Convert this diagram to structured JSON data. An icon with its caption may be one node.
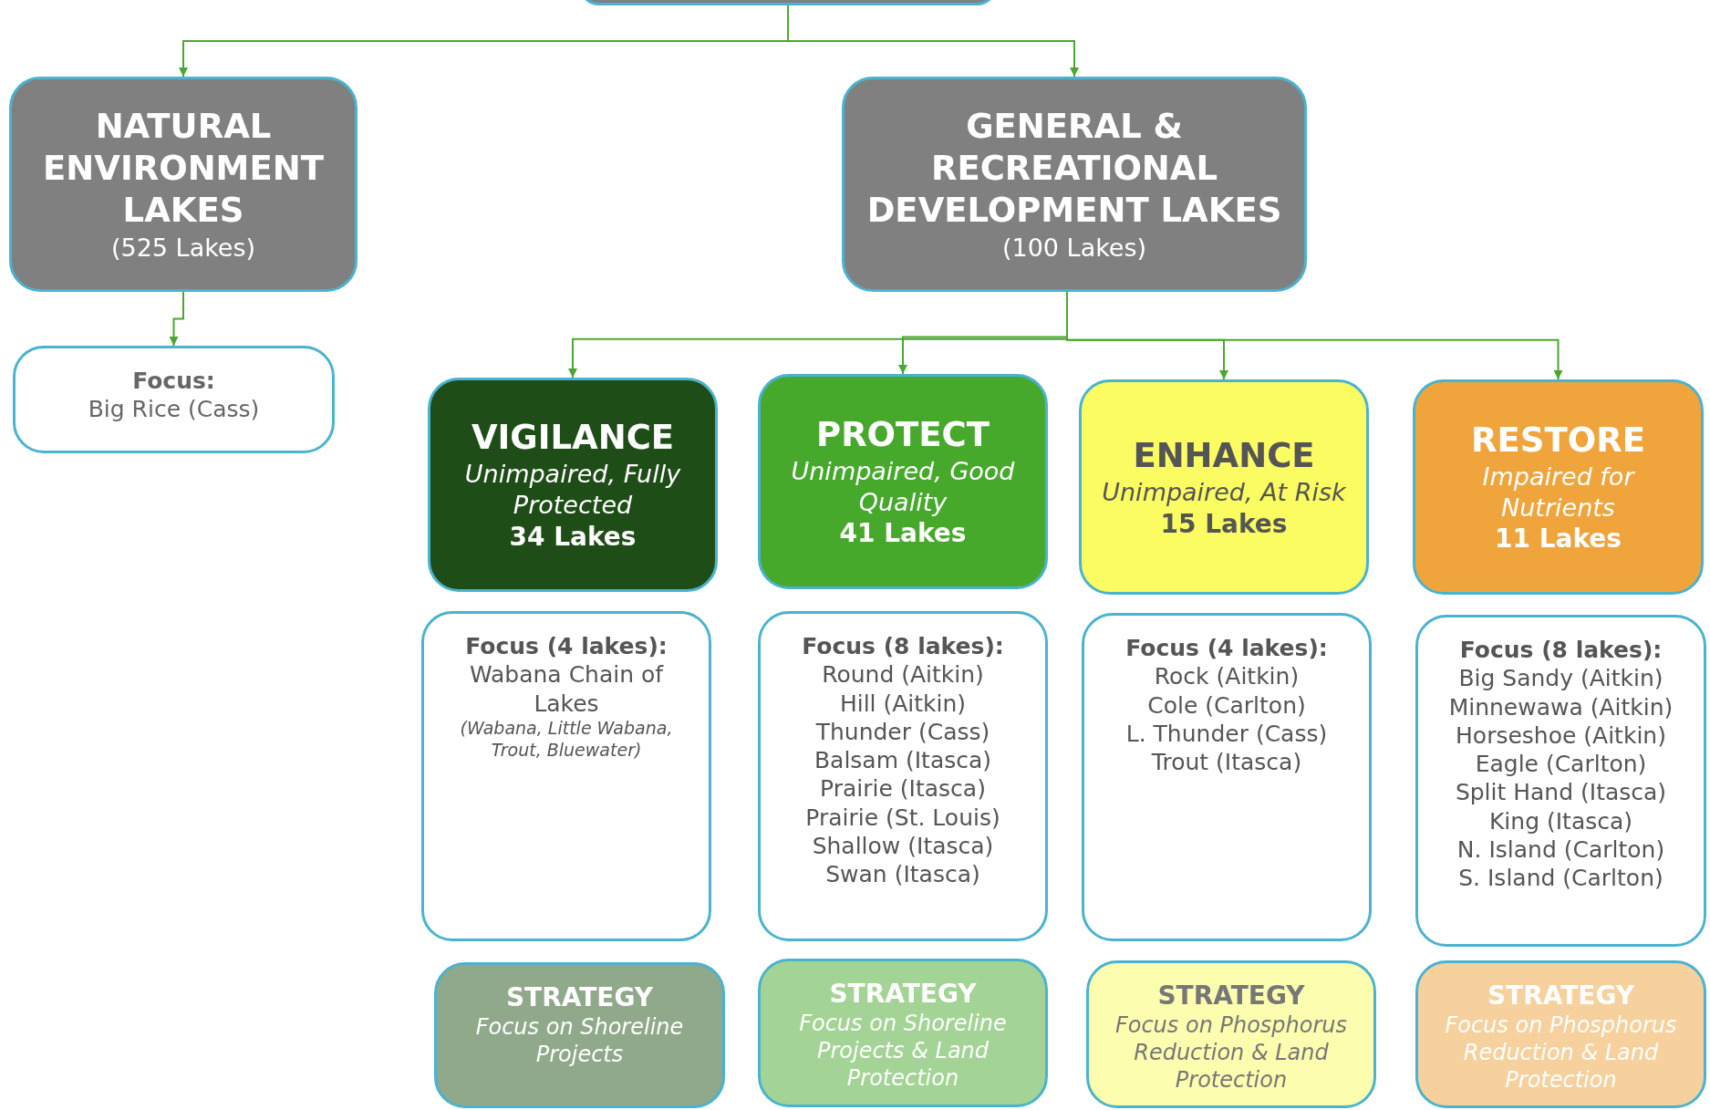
{
  "diagram": {
    "nodes": [
      {
        "text": [],
        "shape": "box"
      },
      {
        "text": [
          "NATURAL ENVIRONMENT LAKES",
          "(525 Lakes)"
        ]
      },
      {
        "text": [
          "GENERAL & RECREATIONAL DEVELOPMENT LAKES",
          "(100 Lakes)"
        ]
      },
      {
        "text": [
          "Focus:",
          "Big Rice (Cass)"
        ]
      },
      {
        "text": [
          "VIGILANCE",
          "Unimpaired, Fully Protected",
          "34 Lakes"
        ]
      },
      {
        "text": [
          "PROTECT",
          "Unimpaired, Good Quality",
          "41 Lakes"
        ]
      },
      {
        "text": [
          "ENHANCE",
          "Unimpaired, At Risk",
          "15 Lakes"
        ]
      },
      {
        "text": [
          "RESTORE",
          "Impaired for Nutrients",
          "11 Lakes"
        ]
      },
      {
        "text": [
          "Focus (4 lakes):",
          "Wabana Chain of Lakes",
          "(Wabana, Little Wabana, Trout, Bluewater)"
        ]
      },
      {
        "text": [
          "Focus (8 lakes):",
          "Round (Aitkin)",
          "Hill (Aitkin)",
          "Thunder (Cass)",
          "Balsam (Itasca)",
          "Prairie (Itasca)",
          "Prairie (St. Louis)",
          "Shallow (Itasca)",
          "Swan (Itasca)"
        ]
      },
      {
        "text": [
          "Focus (4 lakes):",
          "Rock (Aitkin)",
          "Cole (Carlton)",
          "L. Thunder (Cass)",
          "Trout (Itasca)"
        ]
      },
      {
        "text": [
          "Focus (8 lakes):",
          "Big Sandy (Aitkin)",
          "Minnewawa (Aitkin)",
          "Horseshoe (Aitkin)",
          "Eagle (Carlton)",
          "Split Hand (Itasca)",
          "King (Itasca)",
          "N. Island (Carlton)",
          "S. Island (Carlton)"
        ]
      },
      {
        "text": [
          "STRATEGY",
          "Focus on Shoreline Projects"
        ]
      },
      {
        "text": [
          "STRATEGY",
          "Focus on Shoreline Projects & Land Protection"
        ]
      },
      {
        "text": [
          "STRATEGY",
          "Focus on Phosphorus Reduction & Land Protection"
        ]
      },
      {
        "text": [
          "STRATEGY",
          "Focus on Phosphorus Reduction & Land Protection"
        ]
      }
    ],
    "edges": [
      {
        "from": 0,
        "to": 1,
        "arrow": "to"
      },
      {
        "from": 0,
        "to": 2,
        "arrow": "to"
      },
      {
        "from": 1,
        "to": 3,
        "arrow": "to"
      },
      {
        "from": 2,
        "to": 4,
        "arrow": "to"
      },
      {
        "from": 2,
        "to": 5,
        "arrow": "to"
      },
      {
        "from": 2,
        "to": 6,
        "arrow": "to"
      },
      {
        "from": 2,
        "to": 7,
        "arrow": "to"
      }
    ]
  }
}
